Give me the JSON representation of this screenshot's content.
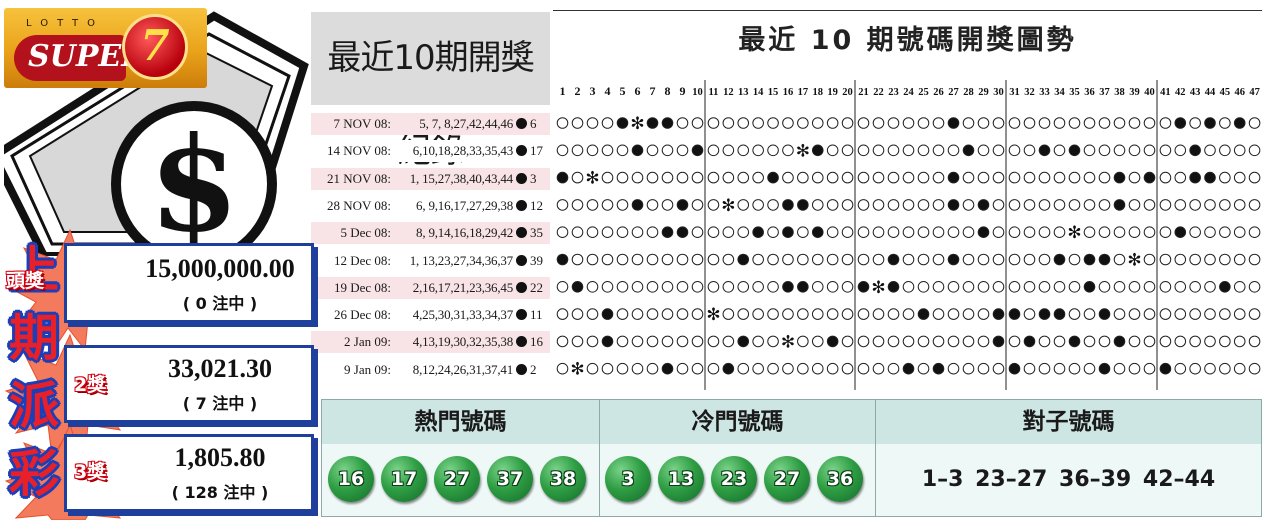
{
  "logo": {
    "top_text": "LOTTO",
    "brand": "SUPER",
    "numeral": "7"
  },
  "side_title": [
    "上",
    "期",
    "派",
    "彩"
  ],
  "prizes": [
    {
      "label": "頭獎",
      "amount": "15,000,000.00",
      "winners": "( 0 注中 )"
    },
    {
      "label": "2獎",
      "amount": "33,021.30",
      "winners": "( 7 注中 )"
    },
    {
      "label": "3獎",
      "amount": "1,805.80",
      "winners": "( 128 注中 )"
    }
  ],
  "recent": {
    "title": "最近10期開獎紀錄",
    "draws": [
      {
        "date": "7 NOV 08:",
        "numbers": "5, 7, 8,27,42,44,46",
        "special": "6"
      },
      {
        "date": "14 NOV 08:",
        "numbers": "6,10,18,28,33,35,43",
        "special": "17"
      },
      {
        "date": "21 NOV 08:",
        "numbers": "1, 15,27,38,40,43,44",
        "special": "3"
      },
      {
        "date": "28 NOV 08:",
        "numbers": "6, 9,16,17,27,29,38",
        "special": "12"
      },
      {
        "date": "5 Dec 08:",
        "numbers": "8, 9,14,16,18,29,42",
        "special": "35"
      },
      {
        "date": "12 Dec 08:",
        "numbers": "1, 13,23,27,34,36,37",
        "special": "39"
      },
      {
        "date": "19 Dec 08:",
        "numbers": "2,16,17,21,23,36,45",
        "special": "22"
      },
      {
        "date": "26 Dec 08:",
        "numbers": "4,25,30,31,33,34,37",
        "special": "11"
      },
      {
        "date": "2  Jan 09:",
        "numbers": "4,13,19,30,32,35,38",
        "special": "16"
      },
      {
        "date": "9  Jan 09:",
        "numbers": "8,12,24,26,31,37,41",
        "special": "2"
      }
    ]
  },
  "trend": {
    "title": "最近 10 期號碼開獎圖勢",
    "numbers": [
      1,
      2,
      3,
      4,
      5,
      6,
      7,
      8,
      9,
      10,
      11,
      12,
      13,
      14,
      15,
      16,
      17,
      18,
      19,
      20,
      21,
      22,
      23,
      24,
      25,
      26,
      27,
      28,
      29,
      30,
      31,
      32,
      33,
      34,
      35,
      36,
      37,
      38,
      39,
      40,
      41,
      42,
      43,
      44,
      45,
      46,
      47
    ],
    "hits": [
      [
        5,
        7,
        8,
        27,
        42,
        44,
        46
      ],
      [
        6,
        10,
        18,
        28,
        33,
        35,
        43
      ],
      [
        1,
        15,
        27,
        38,
        40,
        43,
        44
      ],
      [
        6,
        9,
        16,
        17,
        27,
        29,
        38
      ],
      [
        8,
        9,
        14,
        16,
        18,
        29,
        42
      ],
      [
        1,
        13,
        23,
        27,
        34,
        36,
        37
      ],
      [
        2,
        16,
        17,
        21,
        23,
        36,
        45
      ],
      [
        4,
        25,
        30,
        31,
        33,
        34,
        37
      ],
      [
        4,
        13,
        19,
        30,
        32,
        35,
        38
      ],
      [
        8,
        12,
        24,
        26,
        31,
        37,
        41
      ]
    ],
    "specials": [
      6,
      17,
      3,
      12,
      35,
      39,
      22,
      11,
      16,
      2
    ]
  },
  "bottom": {
    "hot": {
      "title": "熱門號碼",
      "balls": [
        "16",
        "17",
        "27",
        "37",
        "38"
      ]
    },
    "cold": {
      "title": "冷門號碼",
      "balls": [
        "3",
        "13",
        "23",
        "27",
        "36"
      ]
    },
    "pairs": {
      "title": "對子號碼",
      "text": "1–3  23–27  36–39  42–44"
    }
  },
  "colors": {
    "prize_border": "#1e3f9c",
    "side_title": "#e8202a",
    "ball": "#2f9e44",
    "table_header": "#cde6e3"
  }
}
